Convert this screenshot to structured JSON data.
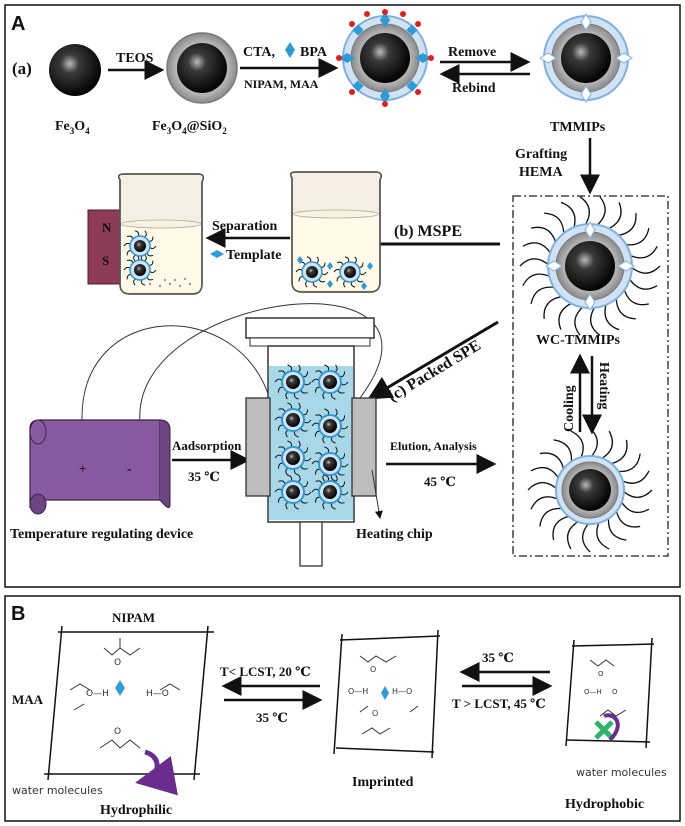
{
  "panel_a": {
    "label": "A",
    "row_label": "(a)",
    "step1": "TEOS",
    "fe3o4": {
      "main": "Fe",
      "sub1": "3",
      "mid": "O",
      "sub2": "4"
    },
    "fe3o4_sio2": {
      "a": "Fe",
      "s1": "3",
      "b": "O",
      "s2": "4",
      "c": "@SiO",
      "s3": "2"
    },
    "reagents_top_a": "CTA,",
    "reagents_top_b": "BPA",
    "reagents_bottom": "NIPAM, MAA",
    "remove": "Remove",
    "rebind": "Rebind",
    "tmmips": "TMMIPs",
    "grafting_1": "Grafting",
    "grafting_2": "HEMA",
    "mspe": "(b) MSPE",
    "separation": "Separation",
    "template": "Template",
    "magnet_n": "N",
    "magnet_s": "S",
    "wc_tmmips": "WC-TMMIPs",
    "heating": "Heating",
    "cooling": "Cooling",
    "packed_spe": "(c) Packed SPE",
    "plus": "+",
    "minus": "-",
    "adsorption": "Aadsorption",
    "temp35": "35 ℃",
    "elution": "Elution, Analysis",
    "temp45": "45 ℃",
    "device": "Temperature regulating device",
    "heating_chip": "Heating chip"
  },
  "panel_b": {
    "label": "B",
    "nipam": "NIPAM",
    "maa": "MAA",
    "cond_left_top": "T< LCST, 20 ℃",
    "cond_left_bottom": "35 ℃",
    "cond_right_top": "35 ℃",
    "cond_right_bottom": "T > LCST, 45 ℃",
    "water_left": "water molecules",
    "water_right": "water molecules",
    "hydrophilic": "Hydrophilic",
    "imprinted": "Imprinted",
    "hydrophobic": "Hydrophobic"
  },
  "colors": {
    "core_dark": "#111111",
    "shell_gray": "#a0a0a0",
    "template_blue": "#2e9bd6",
    "red_dot": "#e02020",
    "magnet": "#8e3b55",
    "device": "#8a5aa0",
    "water": "#a8d8e8",
    "water_arrow": "#6a2d8f",
    "cross": "#2db36a"
  }
}
